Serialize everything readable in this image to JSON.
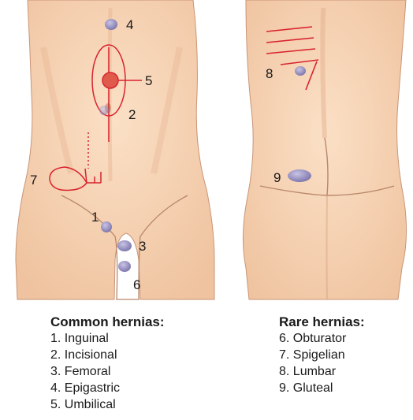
{
  "markers": {
    "m1": "1",
    "m2": "2",
    "m3": "3",
    "m4": "4",
    "m5": "5",
    "m6": "6",
    "m7": "7",
    "m8": "8",
    "m9": "9"
  },
  "legend": {
    "common": {
      "title": "Common hernias:",
      "items": [
        "1. Inguinal",
        "2. Incisional",
        "3. Femoral",
        "4. Epigastric",
        "5. Umbilical"
      ]
    },
    "rare": {
      "title": "Rare hernias:",
      "items": [
        "6. Obturator",
        "7. Spigelian",
        "8. Lumbar",
        "9. Gluteal"
      ]
    }
  },
  "colors": {
    "skin": "#f5d2b2",
    "skin_shadow": "#dfae89",
    "outline": "#b9876a",
    "hernia": "#8d86b8",
    "incision": "#d9232e"
  }
}
